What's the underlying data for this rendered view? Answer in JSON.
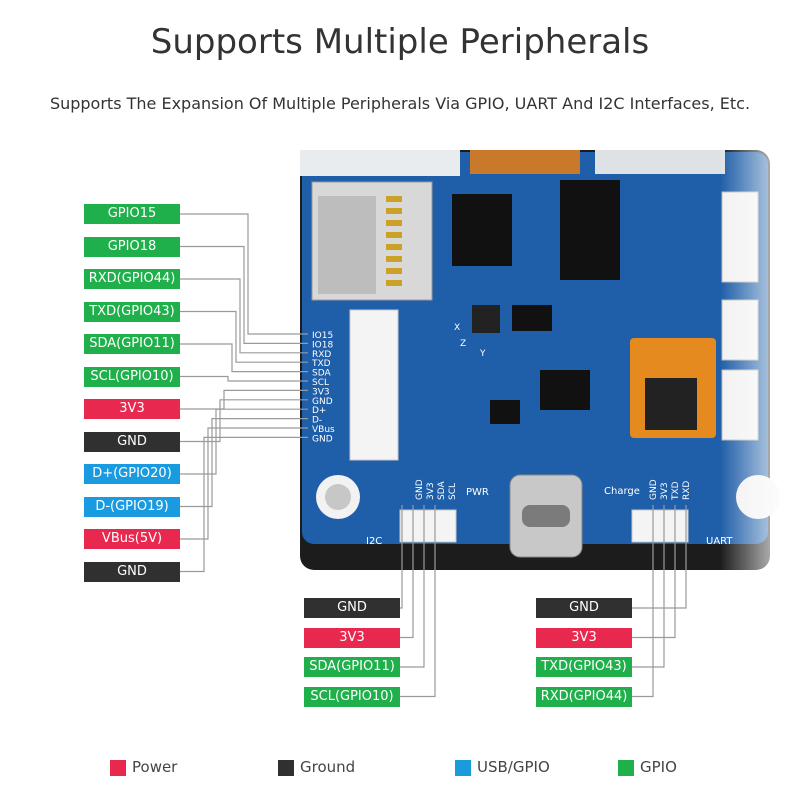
{
  "header": {
    "title": "Supports Multiple Peripherals",
    "subtitle": "Supports The Expansion Of Multiple Peripherals Via GPIO, UART And I2C Interfaces, Etc."
  },
  "left_labels": [
    {
      "text": "GPIO15",
      "type": "gpio"
    },
    {
      "text": "GPIO18",
      "type": "gpio"
    },
    {
      "text": "RXD(GPIO44)",
      "type": "gpio"
    },
    {
      "text": "TXD(GPIO43)",
      "type": "gpio"
    },
    {
      "text": "SDA(GPIO11)",
      "type": "gpio"
    },
    {
      "text": "SCL(GPIO10)",
      "type": "gpio"
    },
    {
      "text": "3V3",
      "type": "power"
    },
    {
      "text": "GND",
      "type": "ground"
    },
    {
      "text": "D+(GPIO20)",
      "type": "usb"
    },
    {
      "text": "D-(GPIO19)",
      "type": "usb"
    },
    {
      "text": "VBus(5V)",
      "type": "power"
    },
    {
      "text": "GND",
      "type": "ground"
    }
  ],
  "board_pins_left": [
    "IO15",
    "IO18",
    "RXD",
    "TXD",
    "SDA",
    "SCL",
    "3V3",
    "GND",
    "D+",
    "D-",
    "VBus",
    "GND"
  ],
  "i2c_labels": [
    {
      "text": "GND",
      "type": "ground"
    },
    {
      "text": "3V3",
      "type": "power"
    },
    {
      "text": "SDA(GPIO11)",
      "type": "gpio"
    },
    {
      "text": "SCL(GPIO10)",
      "type": "gpio"
    }
  ],
  "uart_labels": [
    {
      "text": "GND",
      "type": "ground"
    },
    {
      "text": "3V3",
      "type": "power"
    },
    {
      "text": "TXD(GPIO43)",
      "type": "gpio"
    },
    {
      "text": "RXD(GPIO44)",
      "type": "gpio"
    }
  ],
  "board_pins_i2c": [
    "GND",
    "3V3",
    "SDA",
    "SCL"
  ],
  "board_pins_uart": [
    "GND",
    "3V3",
    "TXD",
    "RXD"
  ],
  "board_text": {
    "i2c": "I2C",
    "uart": "UART",
    "pwr": "PWR",
    "charge": "Charge",
    "axis_x": "X",
    "axis_y": "Y",
    "axis_z": "Z"
  },
  "legend": [
    {
      "label": "Power",
      "color": "#e8284f"
    },
    {
      "label": "Ground",
      "color": "#303030"
    },
    {
      "label": "USB/GPIO",
      "color": "#1a9be0"
    },
    {
      "label": "GPIO",
      "color": "#20b04b"
    }
  ],
  "colors": {
    "gpio": "#20b04b",
    "power": "#e8284f",
    "ground": "#303030",
    "usb": "#1a9be0",
    "pcb": "#1f5ea8",
    "wire": "#9a9a9a"
  }
}
